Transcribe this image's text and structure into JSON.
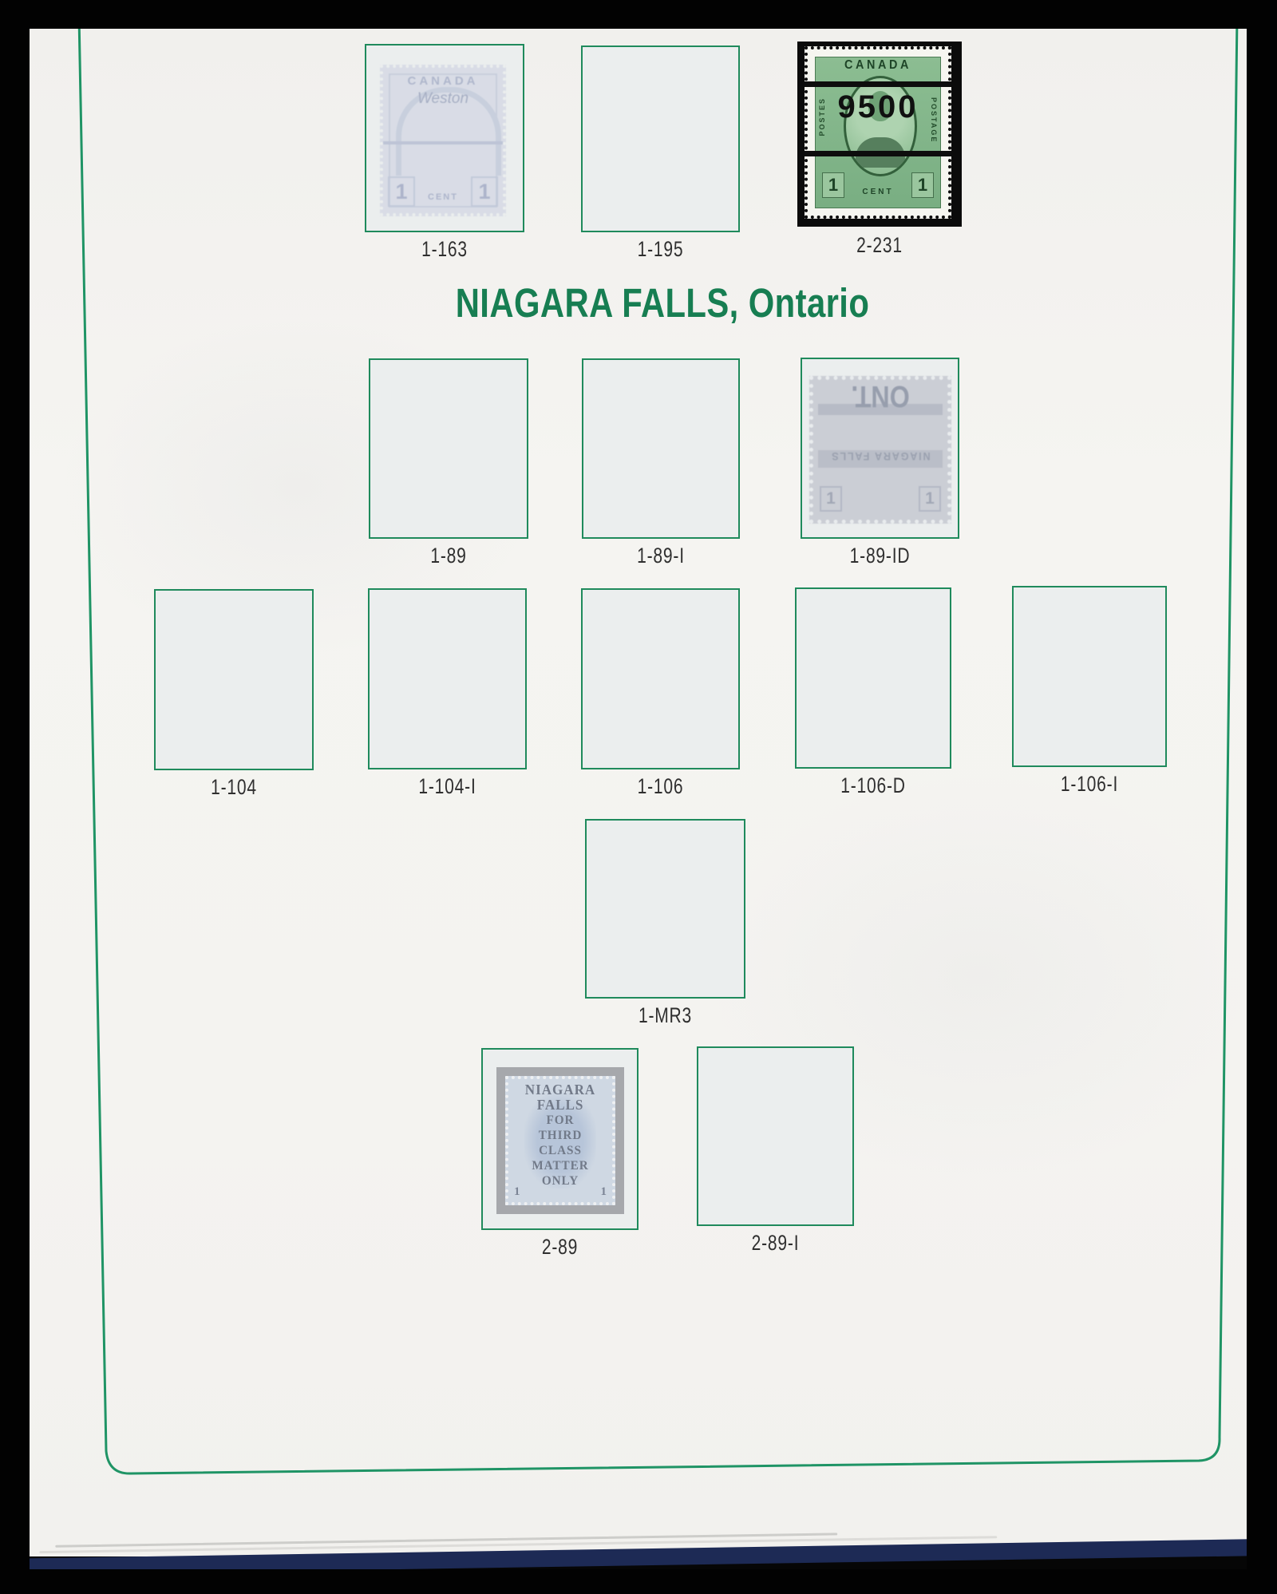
{
  "page": {
    "title": "NIAGARA FALLS, Ontario",
    "colors": {
      "accent_green": "#1f9465",
      "title_green": "#177e52",
      "label_gray": "#2f2f2f",
      "box_fill": "#ebeeee",
      "page_paper": "#f4f3f0",
      "binder_navy": "#1d2a55",
      "frame_black": "#000000",
      "stamp_green": "#8cbd92",
      "ghost_blue_gray": "#d6dae5",
      "stamp_blue": "#cfd8e3"
    }
  },
  "slots": [
    {
      "label": "1-163",
      "content": "ghost-stamp"
    },
    {
      "label": "1-195",
      "content": "empty"
    },
    {
      "label": "2-231",
      "content": "mounted-stamp"
    },
    {
      "label": "1-89",
      "content": "empty"
    },
    {
      "label": "1-89-I",
      "content": "empty"
    },
    {
      "label": "1-89-ID",
      "content": "inverted-ghost-stamp"
    },
    {
      "label": "1-104",
      "content": "empty"
    },
    {
      "label": "1-104-I",
      "content": "empty"
    },
    {
      "label": "1-106",
      "content": "empty"
    },
    {
      "label": "1-106-D",
      "content": "empty"
    },
    {
      "label": "1-106-I",
      "content": "empty"
    },
    {
      "label": "1-MR3",
      "content": "empty"
    },
    {
      "label": "2-89",
      "content": "mounted-stamp"
    },
    {
      "label": "2-89-I",
      "content": "empty"
    }
  ],
  "stamps": {
    "s1163": {
      "country": "CANADA",
      "overprint": "Weston",
      "denomination": "1",
      "unit": "CENT"
    },
    "s2231": {
      "country": "CANADA",
      "overprint": "9500",
      "left_text": "POSTES",
      "right_text": "POSTAGE",
      "denomination": "1",
      "unit": "CENT"
    },
    "s189id": {
      "overprint_line1": "ONT.",
      "overprint_line2": "NIAGARA FALLS",
      "denomination": "1"
    },
    "s289": {
      "lines": [
        "NIAGARA",
        "FALLS",
        "FOR",
        "THIRD",
        "CLASS",
        "MATTER",
        "ONLY"
      ],
      "denomination": "1"
    }
  }
}
